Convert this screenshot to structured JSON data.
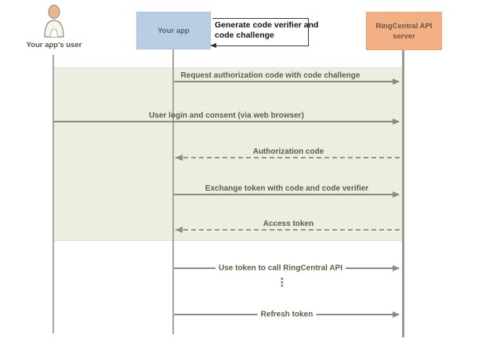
{
  "diagram_type": "sequence-diagram",
  "actors": {
    "user": {
      "label": "Your app's user"
    },
    "app": {
      "label": "Your app",
      "fill": "#b9cee4"
    },
    "server": {
      "label": "RingCentral API server",
      "label_line1": "RingCentral API",
      "label_line2": "server",
      "fill": "#f4b085"
    }
  },
  "note": {
    "line1": "Generate code verifier and",
    "line2": "code challenge",
    "from": "app",
    "to": "app"
  },
  "messages": [
    {
      "label": "Request authorization code with code challenge",
      "from": "app",
      "to": "server",
      "style": "solid"
    },
    {
      "label": "User login and consent (via web browser)",
      "from": "user",
      "to": "server",
      "style": "solid"
    },
    {
      "label": "Authorization code",
      "from": "server",
      "to": "app",
      "style": "dashed"
    },
    {
      "label": "Exchange token with code and code verifier",
      "from": "app",
      "to": "server",
      "style": "solid"
    },
    {
      "label": "Access token",
      "from": "server",
      "to": "app",
      "style": "dashed"
    },
    {
      "label": "Use token to call RingCentral API",
      "from": "app",
      "to": "server",
      "style": "solid"
    },
    {
      "label": "Refresh token",
      "from": "app",
      "to": "server",
      "style": "solid"
    }
  ],
  "ellipsis": "⋮",
  "colors": {
    "app_box": "#b9cee4",
    "server_box": "#f4b085",
    "highlight_region": "#edeee2",
    "arrow": "#8b8b80",
    "note_border": "#3c3c3c",
    "message_text": "#5d5d4a",
    "background": "#ffffff"
  }
}
